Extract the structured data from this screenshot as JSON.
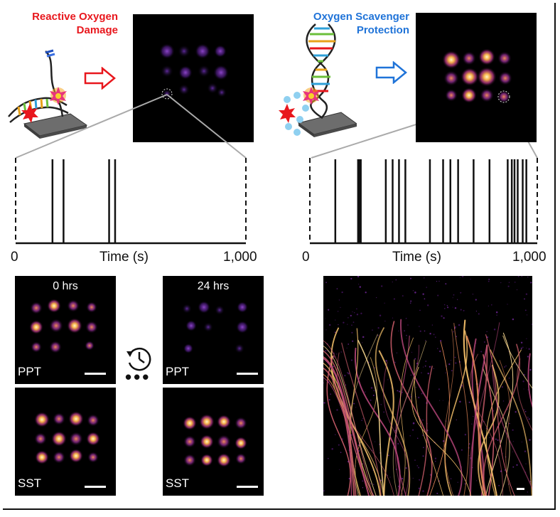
{
  "titles": {
    "left_line1": "Reactive Oxygen",
    "left_line2": "Damage",
    "right_line1": "Oxygen Scavenger",
    "right_line2": "Protection"
  },
  "colors": {
    "red": "#e8171d",
    "blue": "#1f73d8",
    "panel_bg": "#000000"
  },
  "traces": {
    "left": {
      "axis_start": "0",
      "axis_end": "1,000",
      "xlabel": "Time (s)",
      "events": [
        160,
        208,
        406,
        432
      ],
      "xlim": [
        0,
        1000
      ]
    },
    "right": {
      "axis_start": "0",
      "axis_end": "1,000",
      "xlabel": "Time (s)",
      "events": [
        112,
        212,
        218,
        224,
        334,
        364,
        392,
        420,
        528,
        586,
        618,
        652,
        720,
        790,
        870,
        888,
        900,
        914,
        936,
        952
      ],
      "xlim": [
        0,
        1000
      ]
    }
  },
  "comparison": {
    "time_0": "0 hrs",
    "time_24": "24 hrs",
    "row1_label": "PPT",
    "row2_label": "SST",
    "clock_icon": "clock-history-icon"
  }
}
